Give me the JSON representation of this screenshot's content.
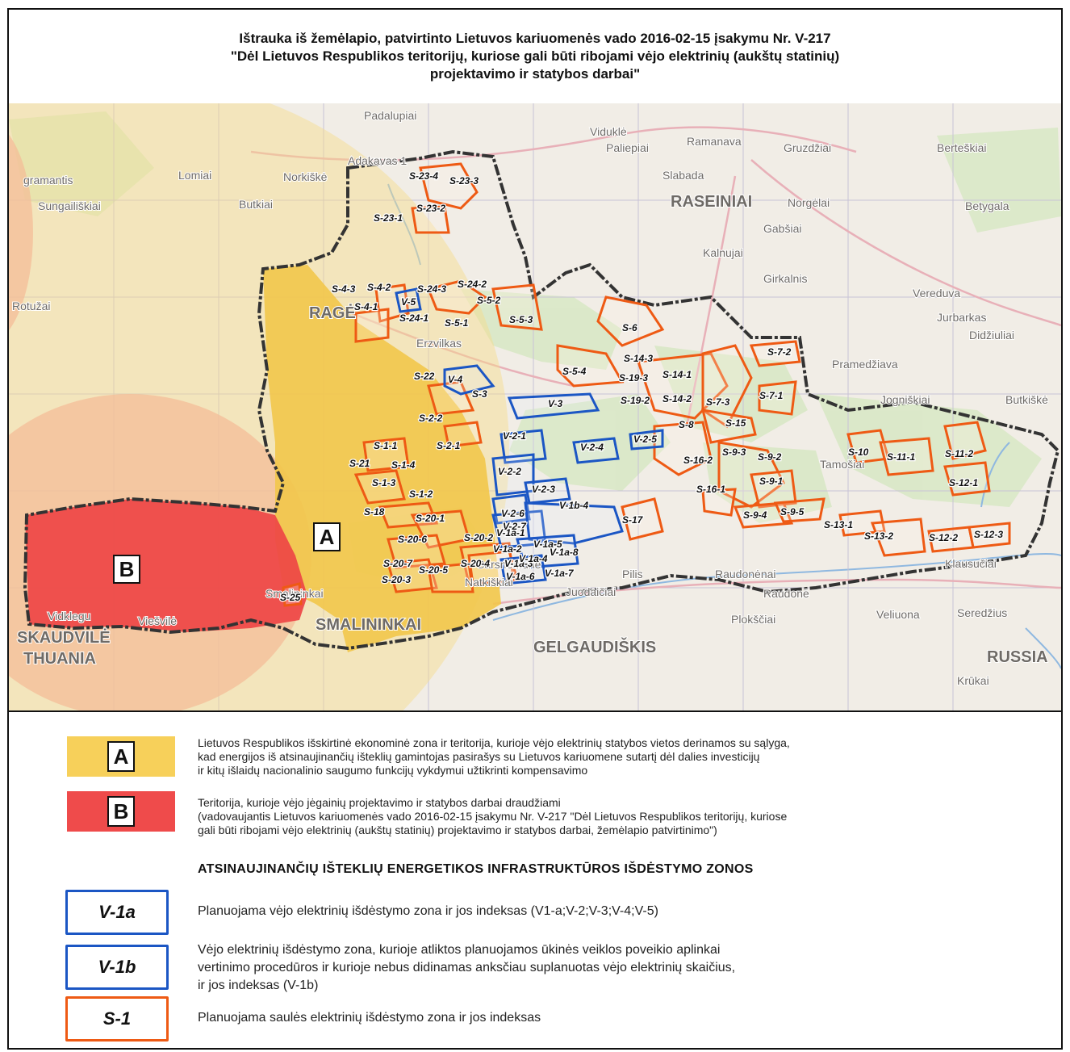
{
  "title": {
    "line1": "Ištrauka iš žemėlapio, patvirtinto Lietuvos kariuomenės vado 2016-02-15 įsakymu Nr. V-217",
    "line2": "\"Dėl Lietuvos Respublikos teritorijų, kuriose gali būti ribojami vėjo elektrinių (aukštų statinių)",
    "line3": "projektavimo ir statybos darbai\""
  },
  "colors": {
    "zone_a": "#f7d05a",
    "zone_b": "#ef4b4b",
    "wind_zone": "#1b56c4",
    "solar_zone": "#ee5a14",
    "boundary": "#3a3a3a"
  },
  "map": {
    "zone_a_label": "A",
    "zone_b_label": "B",
    "places": [
      "Viduklė",
      "Paliepiai",
      "Ramanava",
      "Gruzdžiai",
      "Berteškiai",
      "Adakavas 1",
      "Norkiškė",
      "Lomiai",
      "gramantis",
      "Sungailiškiai",
      "Butkiai",
      "Slabada",
      "RASEINIAI",
      "Norgėlai",
      "Gabšiai",
      "Betygala",
      "Kalnujai",
      "Girkalnis",
      "Vereduva",
      "Erzvilkas",
      "Didžiuliai",
      "Pramedžiava",
      "Butkiškė",
      "Tamošiai",
      "Klausučiai",
      "Pilis",
      "Raudonėnai",
      "Raudonė",
      "Veliuona",
      "Seredžius",
      "Plokščiai",
      "GELGAUDIŠKIS",
      "Jurbarkas",
      "Smalininkai",
      "SMALININKAI",
      "Viešvilė",
      "Vidklegu",
      "THUANIA",
      "RUSSIA",
      "Krūkai",
      "Jogniškiai",
      "Juodaičiai",
      "Sarsnemunė",
      "Natkiškiai",
      "Rotužai",
      "RAGĖ",
      "Padalupiai",
      "SKAUDVILĖ"
    ],
    "wind_labels": [
      "V-5",
      "V-4",
      "V-3",
      "V-2-1",
      "V-2-2",
      "V-2-3",
      "V-2-4",
      "V-2-5",
      "V-2-6",
      "V-2-7",
      "V-1a-1",
      "V-1a-2",
      "V-1a-3",
      "V-1a-4",
      "V-1a-5",
      "V-1a-6",
      "V-1a-7",
      "V-1a-8",
      "V-1b-4"
    ],
    "solar_labels": [
      "S-23-4",
      "S-23-3",
      "S-23-1",
      "S-23-2",
      "S-4-3",
      "S-4-2",
      "S-24-3",
      "S-24-2",
      "S-5-2",
      "S-4-1",
      "S-24-1",
      "S-5-1",
      "S-5-3",
      "S-6",
      "S-7-2",
      "S-14-3",
      "S-19-3",
      "S-14-1",
      "S-5-4",
      "S-22",
      "S-3",
      "S-19-2",
      "S-14-2",
      "S-7-3",
      "S-7-1",
      "S-2-2",
      "S-2-1",
      "S-8",
      "S-15",
      "S-1-1",
      "S-21",
      "S-1-4",
      "S-1-3",
      "S-1-2",
      "S-16-2",
      "S-9-3",
      "S-9-2",
      "S-10",
      "S-11-1",
      "S-11-2",
      "S-12-1",
      "S-18",
      "S-20-1",
      "S-9-1",
      "S-16-1",
      "S-17",
      "S-9-4",
      "S-9-5",
      "S-13-1",
      "S-13-2",
      "S-12-2",
      "S-12-3",
      "S-20-6",
      "S-20-2",
      "S-20-7",
      "S-20-5",
      "S-20-4",
      "S-20-3",
      "S-25"
    ]
  },
  "legend": {
    "a_label": "A",
    "a_text_1": "Lietuvos Respublikos išskirtinė ekonominė zona ir teritorija, kurioje vėjo elektrinių statybos vietos derinamos su sąlyga,",
    "a_text_2": "kad energijos iš atsinaujinančių išteklių gamintojas pasirašys su Lietuvos kariuomene sutartį dėl dalies investicijų",
    "a_text_3": "ir kitų išlaidų nacionalinio saugumo funkcijų vykdymui užtikrinti kompensavimo",
    "b_label": "B",
    "b_text_1": "Teritorija, kurioje vėjo jėgainių projektavimo ir statybos darbai draudžiami",
    "b_text_2": "(vadovaujantis Lietuvos kariuomenės vado 2016-02-15 įsakymu Nr. V-217 \"Dėl Lietuvos Respublikos teritorijų, kuriose",
    "b_text_3": "gali būti ribojami vėjo elektrinių (aukštų statinių) projektavimo ir statybos darbai, žemėlapio patvirtinimo\")",
    "section_heading": "ATSINAUJINANČIŲ IŠTEKLIŲ ENERGETIKOS INFRASTRUKTŪROS IŠDĖSTYMO ZONOS",
    "v1a_label": "V-1a",
    "v1a_text": "Planuojama vėjo elektrinių išdėstymo zona ir jos indeksas (V1-a;V-2;V-3;V-4;V-5)",
    "v1b_label": "V-1b",
    "v1b_text_1": "Vėjo elektrinių išdėstymo zona, kurioje atliktos planuojamos ūkinės veiklos poveikio aplinkai",
    "v1b_text_2": "vertinimo procedūros ir kurioje nebus didinamas anksčiau suplanuotas vėjo elektrinių skaičius,",
    "v1b_text_3": "ir jos indeksas (V-1b)",
    "s1_label": "S-1",
    "s1_text": "Planuojama saulės elektrinių išdėstymo zona ir jos indeksas"
  }
}
